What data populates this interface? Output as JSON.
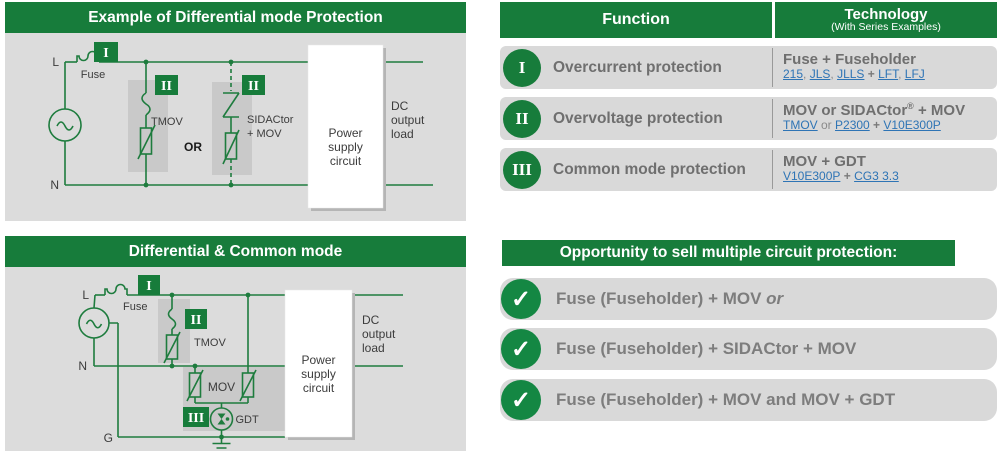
{
  "colors": {
    "green": "#177c3b",
    "check_green": "#148743",
    "panel_bg": "#dcdcdc",
    "row_bg": "#d9d9d9",
    "link_blue": "#2e74b5",
    "text_gray": "#6f6f6f",
    "wire_green": "#1e7c3e"
  },
  "diagram_differential": {
    "title": "Example of Differential mode Protection",
    "line_l": "L",
    "line_n": "N",
    "fuse": "Fuse",
    "badge_overcurrent": "I",
    "badge_overvoltage_1": "II",
    "badge_overvoltage_2": "II",
    "tmov": "TMOV",
    "or": "OR",
    "sidactor_line1": "SIDACtor",
    "sidactor_line2": "+ MOV",
    "psu_line1": "Power",
    "psu_line2": "supply",
    "psu_line3": "circuit",
    "dc_line1": "DC",
    "dc_line2": "output",
    "dc_line3": "load"
  },
  "diagram_common": {
    "title": "Differential & Common mode",
    "line_l": "L",
    "line_n": "N",
    "line_g": "G",
    "fuse": "Fuse",
    "badge_overcurrent": "I",
    "badge_overvoltage": "II",
    "badge_common": "III",
    "tmov": "TMOV",
    "mov": "MOV",
    "gdt": "GDT",
    "psu_line1": "Power",
    "psu_line2": "supply",
    "psu_line3": "circuit",
    "dc_line1": "DC",
    "dc_line2": "output",
    "dc_line3": "load"
  },
  "table": {
    "header": {
      "function": "Function",
      "technology": "Technology",
      "technology_sub": "(With Series Examples)"
    },
    "rows": [
      {
        "numeral": "I",
        "function": "Overcurrent protection",
        "tech_title_pre": "Fuse + Fuseholder",
        "tech_title_sup": "",
        "tech_title_post": "",
        "seg": [
          "215",
          ", ",
          "JLS",
          ", ",
          "JLLS",
          " + ",
          "LFT",
          ", ",
          "LFJ"
        ]
      },
      {
        "numeral": "II",
        "function": "Overvoltage protection",
        "tech_title_pre": "MOV or SIDACtor",
        "tech_title_sup": "®",
        "tech_title_post": " + MOV",
        "seg": [
          "TMOV",
          " or ",
          "P2300",
          " + ",
          "V10E300P"
        ]
      },
      {
        "numeral": "III",
        "function": "Common mode protection",
        "tech_title_pre": "MOV + GDT",
        "tech_title_sup": "",
        "tech_title_post": "",
        "seg": [
          "V10E300P",
          " + ",
          "CG3 3.3"
        ]
      }
    ]
  },
  "opportunity": {
    "title": "Opportunity to sell multiple circuit protection:",
    "check_icon": "✓",
    "items": [
      {
        "text": "Fuse (Fuseholder) + MOV ",
        "italic": "or"
      },
      {
        "text": "Fuse (Fuseholder) + SIDACtor + MOV",
        "italic": ""
      },
      {
        "text": "Fuse (Fuseholder) + MOV and MOV + GDT",
        "italic": ""
      }
    ]
  }
}
